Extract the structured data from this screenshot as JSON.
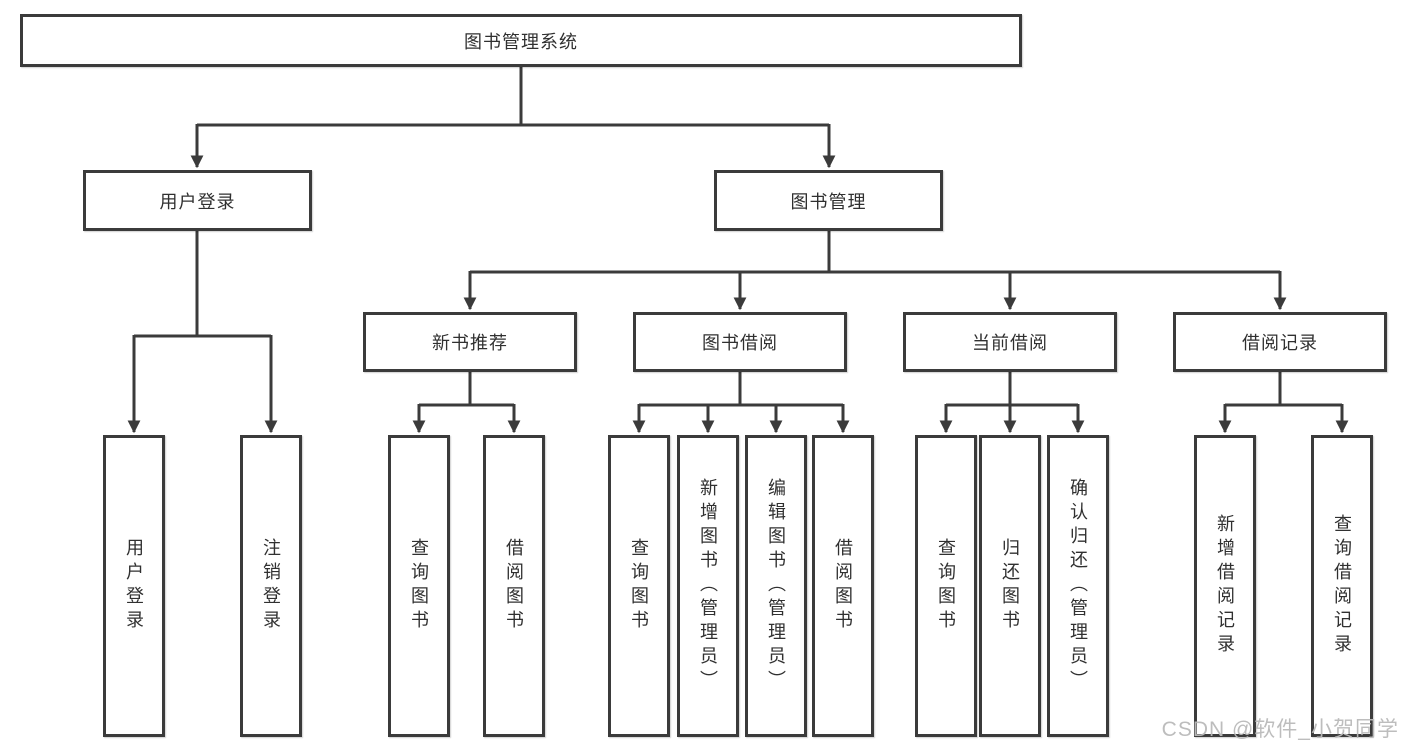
{
  "diagram": {
    "root": {
      "label": "图书管理系统"
    },
    "level2": [
      {
        "label": "用户登录"
      },
      {
        "label": "图书管理"
      }
    ],
    "level3": [
      {
        "label": "新书推荐"
      },
      {
        "label": "图书借阅"
      },
      {
        "label": "当前借阅"
      },
      {
        "label": "借阅记录"
      }
    ],
    "leaves": {
      "user_login": [
        {
          "label": "用户登录"
        },
        {
          "label": "注销登录"
        }
      ],
      "new_book_recommend": [
        {
          "label": "查询图书"
        },
        {
          "label": "借阅图书"
        }
      ],
      "book_borrow": [
        {
          "label": "查询图书"
        },
        {
          "label": "新增图书（管理员）"
        },
        {
          "label": "编辑图书（管理员）"
        },
        {
          "label": "借阅图书"
        }
      ],
      "current_borrow": [
        {
          "label": "查询图书"
        },
        {
          "label": "归还图书"
        },
        {
          "label": "确认归还（管理员）"
        }
      ],
      "borrow_record": [
        {
          "label": "新增借阅记录"
        },
        {
          "label": "查询借阅记录"
        }
      ]
    },
    "watermark": "CSDN @软件_小贺同学",
    "colors": {
      "line": "#3b3b3b",
      "text": "#303030",
      "watermark": "#b9b9b9",
      "background": "#ffffff"
    }
  }
}
